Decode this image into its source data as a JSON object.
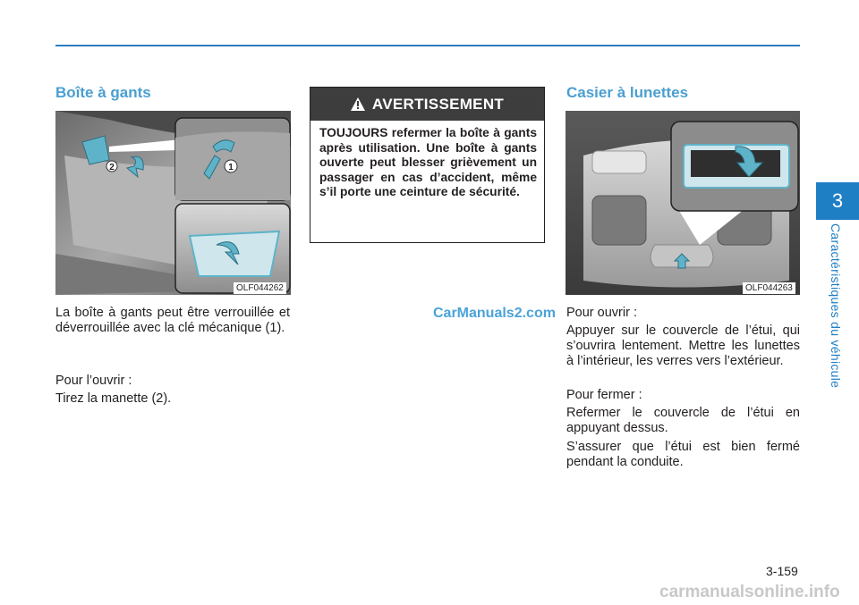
{
  "chapter": {
    "number": "3",
    "title": "Caractéristiques du véhicule"
  },
  "left": {
    "title": "Boîte à gants",
    "figure_code": "OLF044262",
    "paragraphs": [
      "La boîte à gants peut être verrouillée et déverrouillée avec la clé mécanique (1).",
      "Pour l’ouvrir :",
      "Tirez la manette (2)."
    ],
    "callouts": [
      "1",
      "2"
    ]
  },
  "warning": {
    "heading": "AVERTISSEMENT",
    "text": "TOUJOURS refermer la boîte à gants après utilisation. Une boîte à gants ouverte peut blesser grièvement un passager en cas d’accident, même s’il porte une ceinture de sécurité."
  },
  "watermark": "CarManuals2.com",
  "right": {
    "title": "Casier à lunettes",
    "figure_code": "OLF044263",
    "paragraphs": [
      "Pour ouvrir :",
      "Appuyer sur le couvercle de l’étui, qui s’ouvrira lentement. Mettre les lunettes à l’intérieur, les verres vers l’extérieur.",
      "Pour fermer :",
      "Refermer le couvercle de l’étui en appuyant dessus.",
      "S’assurer que l’étui est bien fermé pendant la conduite."
    ]
  },
  "page_number": "3-159",
  "footer_site": "carmanualsonline.info",
  "colors": {
    "accent": "#1f7fc4",
    "heading": "#4a9fd1",
    "warning_bar": "#3d3d3d",
    "arrow": "#5fb3c9"
  }
}
